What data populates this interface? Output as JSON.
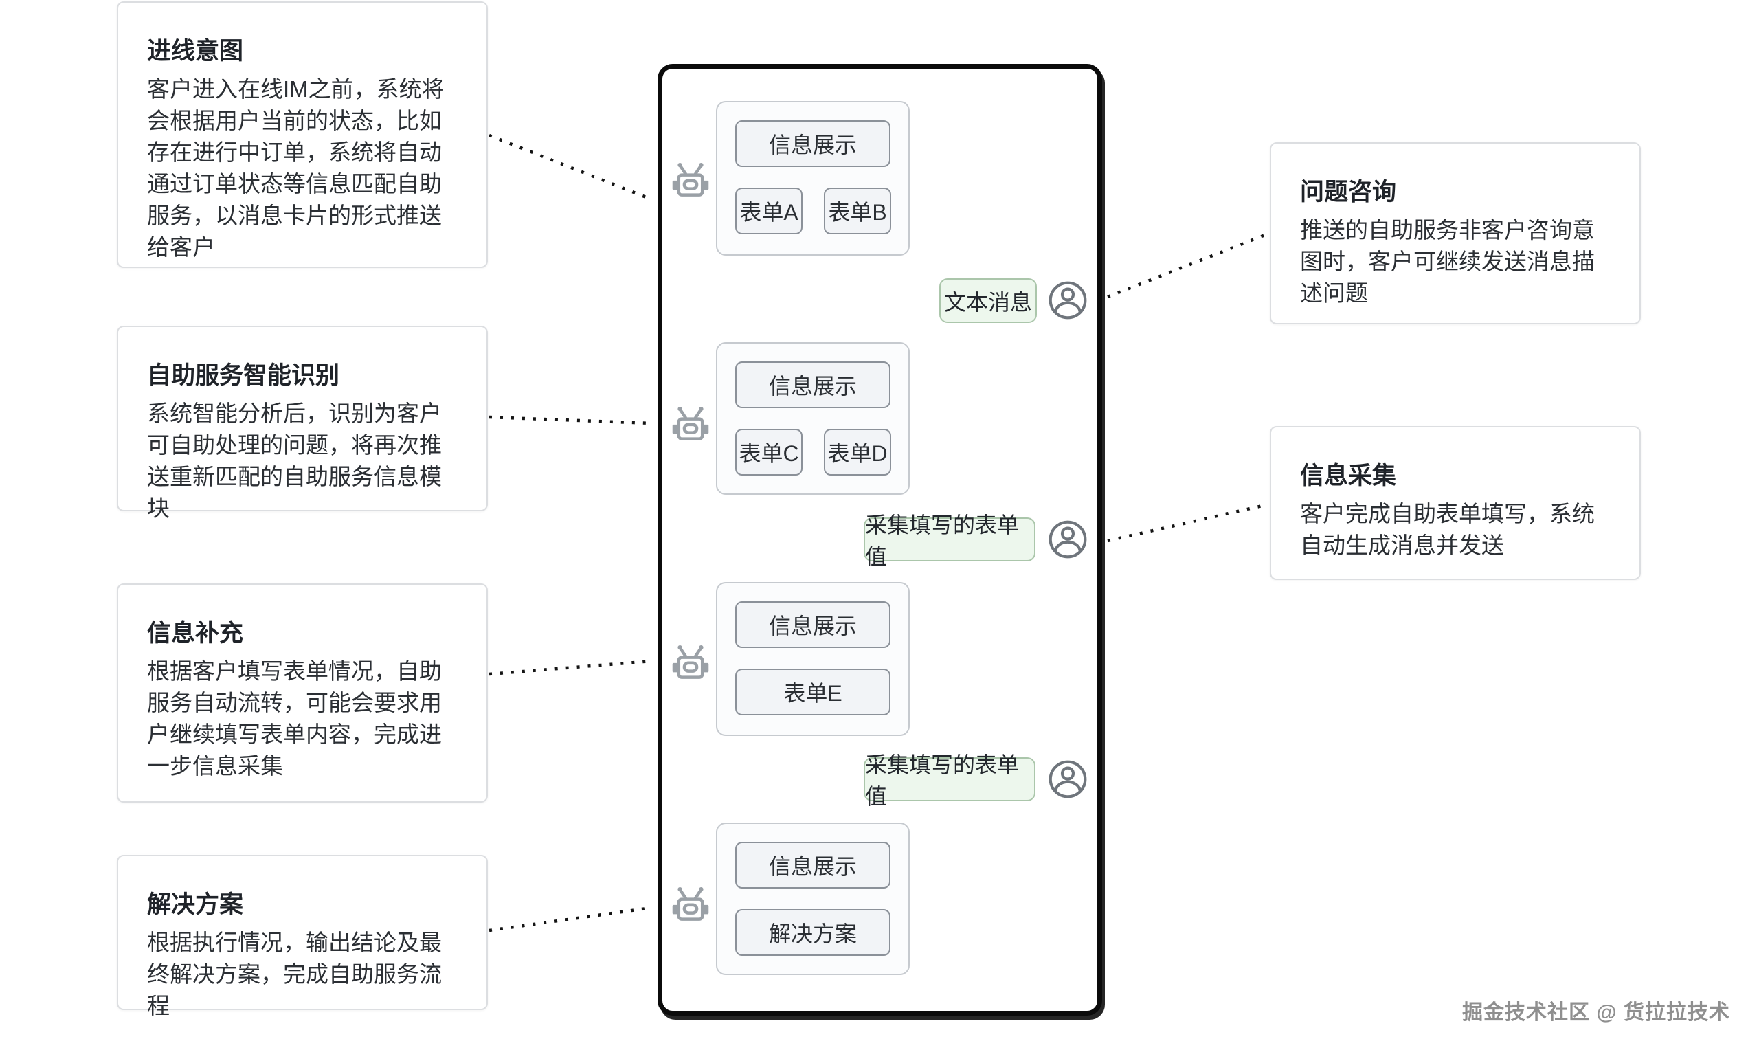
{
  "left_annotations": [
    {
      "title": "进线意图",
      "body": "客户进入在线IM之前，系统将会根据用户当前的状态，比如存在进行中订单，系统将自动通过订单状态等信息匹配自助服务，以消息卡片的形式推送给客户"
    },
    {
      "title": "自助服务智能识别",
      "body": "系统智能分析后，识别为客户可自助处理的问题，将再次推送重新匹配的自助服务信息模块"
    },
    {
      "title": "信息补充",
      "body": "根据客户填写表单情况，自助服务自动流转，可能会要求用户继续填写表单内容，完成进一步信息采集"
    },
    {
      "title": "解决方案",
      "body": "根据执行情况，输出结论及最终解决方案，完成自助服务流程"
    }
  ],
  "right_annotations": [
    {
      "title": "问题咨询",
      "body": "推送的自助服务非客户咨询意图时，客户可继续发送消息描述问题"
    },
    {
      "title": "信息采集",
      "body": "客户完成自助表单填写，系统自动生成消息并发送"
    }
  ],
  "chat": {
    "cards": [
      {
        "header": "信息展示",
        "buttons": [
          "表单A",
          "表单B"
        ]
      },
      {
        "header": "信息展示",
        "buttons": [
          "表单C",
          "表单D"
        ]
      },
      {
        "header": "信息展示",
        "buttons": [
          "表单E"
        ]
      },
      {
        "header": "信息展示",
        "buttons": [
          "解决方案"
        ]
      }
    ],
    "user_messages": [
      "文本消息",
      "采集填写的表单值",
      "采集填写的表单值"
    ]
  },
  "watermark": "掘金技术社区 @ 货拉拉技术",
  "colors": {
    "frame_border": "#0b0b0b",
    "card_bg": "#fbfcfd",
    "card_border": "#c6cacf",
    "chip_bg": "#f2f4f7",
    "chip_border": "#8b9199",
    "bubble_bg": "#edf7ed",
    "bubble_border": "#abc6ab",
    "robot_icon_gray": "#9aa0a6",
    "avatar_gray": "#6f757c",
    "dotted_line": "#141414",
    "note_border": "#dcdee1",
    "watermark_gray": "#8f8f8f"
  }
}
